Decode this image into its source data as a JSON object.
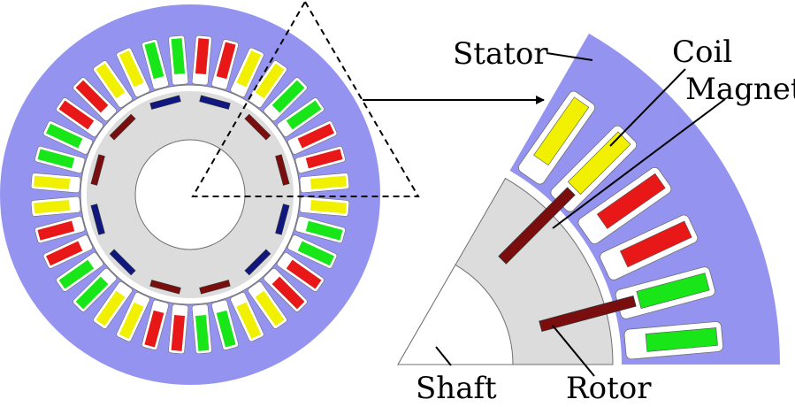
{
  "labels": {
    "stator": "Stator",
    "coil": "Coil",
    "magnet": "Magnet",
    "shaft": "Shaft",
    "rotor": "Rotor"
  },
  "colors": {
    "stator": "#9494f0",
    "rotor": "#dcdcdc",
    "shaft": "#ffffff",
    "airgap": "#ffffff",
    "slot_lining": "#ffffff",
    "outline": "#707070",
    "phase_colors": [
      "#e81818",
      "#f0f000",
      "#18e618"
    ],
    "magnet_north": "#7a0e0e",
    "magnet_south": "#101880",
    "line": "#000000"
  },
  "full_view": {
    "slot_count": 36,
    "phase_sequence": [
      0,
      0,
      1,
      1,
      2,
      2
    ],
    "pole_count": 6,
    "magnets_per_pole": 2
  },
  "sector_view": {
    "coil_phases": [
      2,
      2,
      0,
      0,
      1,
      1
    ],
    "magnet_count": 2
  }
}
